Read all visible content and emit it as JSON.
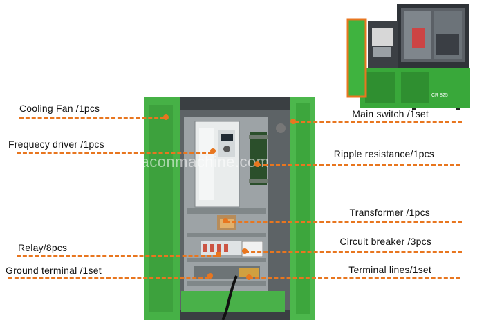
{
  "watermark": "beaconmachine.com",
  "machine_label": "CR 825",
  "accent_color": "#e8761f",
  "cabinet_color": "#3fb33f",
  "labels": {
    "cooling_fan": "Cooling Fan /1pcs",
    "frequency_driver": "Frequecy driver /1pcs",
    "relay": "Relay/8pcs",
    "ground_terminal": "Ground terminal /1set",
    "main_switch": "Main switch /1set",
    "ripple_resistance": "Ripple resistance/1pcs",
    "transformer": "Transformer /1pcs",
    "circuit_breaker": "Circuit breaker /3pcs",
    "terminal_lines": "Terminal lines/1set"
  }
}
